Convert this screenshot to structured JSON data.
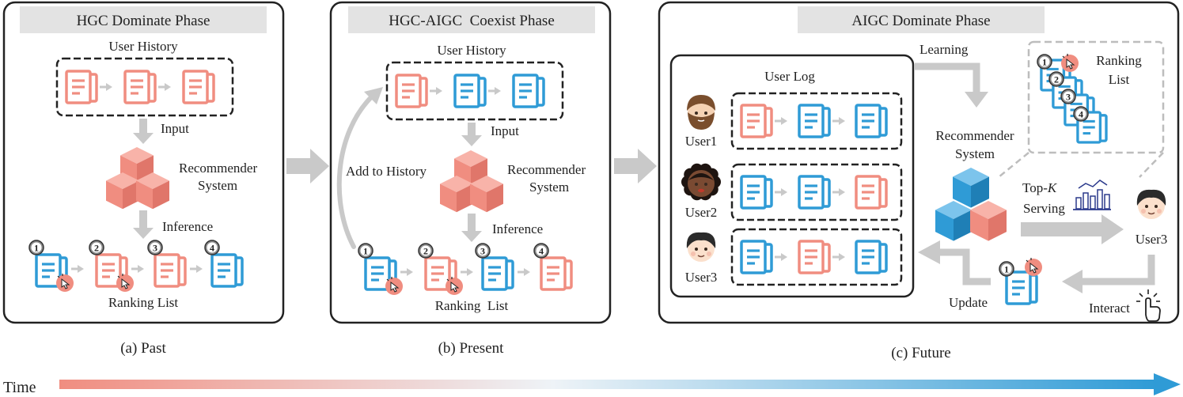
{
  "colors": {
    "pink": "#F08D80",
    "pink_light": "#FBD9D3",
    "blue": "#2F9BD6",
    "blue_light": "#D6ECF9",
    "arrow_gray": "#C9C9C9",
    "header_gray": "#E3E3E3",
    "frame": "#222222",
    "cursor_badge": "#F08D80",
    "time_start": "#F08D80",
    "time_mid": "#EEF3F7",
    "time_end": "#2F9BD6"
  },
  "panel_past": {
    "title": "HGC Dominate Phase",
    "history_label": "User History",
    "input_label": "Input",
    "recommender_line1": "Recommender",
    "recommender_line2": "System",
    "inference_label": "Inference",
    "ranking_label": "Ranking List",
    "caption": "(a) Past",
    "history_items": [
      "pink",
      "pink",
      "pink"
    ],
    "ranking_items": [
      {
        "rank": "1",
        "color": "blue",
        "clicked": true
      },
      {
        "rank": "2",
        "color": "pink",
        "clicked": true
      },
      {
        "rank": "3",
        "color": "pink",
        "clicked": false
      },
      {
        "rank": "4",
        "color": "blue",
        "clicked": false
      }
    ]
  },
  "panel_present": {
    "title": "HGC-AIGC  Coexist Phase",
    "history_label": "User History",
    "input_label": "Input",
    "recommender_line1": "Recommender",
    "recommender_line2": "System",
    "inference_label": "Inference",
    "ranking_label": "Ranking  List",
    "add_history_label": "Add to History",
    "caption": "(b) Present",
    "history_items": [
      "pink",
      "blue",
      "blue"
    ],
    "ranking_items": [
      {
        "rank": "1",
        "color": "blue",
        "clicked": true
      },
      {
        "rank": "2",
        "color": "pink",
        "clicked": true
      },
      {
        "rank": "3",
        "color": "blue",
        "clicked": false
      },
      {
        "rank": "4",
        "color": "pink",
        "clicked": false
      }
    ]
  },
  "panel_future": {
    "title": "AIGC Dominate Phase",
    "user_log_label": "User Log",
    "learning_label": "Learning",
    "recommender_line1": "Recommender",
    "recommender_line2": "System",
    "ranking_line1": "Ranking",
    "ranking_line2": "List",
    "topk_prefix": "Top-",
    "topk_k": "K",
    "serving_label": "Serving",
    "update_label": "Update",
    "interact_label": "Interact",
    "user3_label": "User3",
    "caption": "(c) Future",
    "users": [
      {
        "name": "User1",
        "items": [
          "pink",
          "blue",
          "blue"
        ]
      },
      {
        "name": "User2",
        "items": [
          "blue",
          "blue",
          "pink"
        ]
      },
      {
        "name": "User3",
        "items": [
          "blue",
          "pink",
          "blue"
        ]
      }
    ],
    "ranking_ranks": [
      "1",
      "2",
      "3",
      "4"
    ],
    "update_rank": "1"
  },
  "time_label": "Time"
}
